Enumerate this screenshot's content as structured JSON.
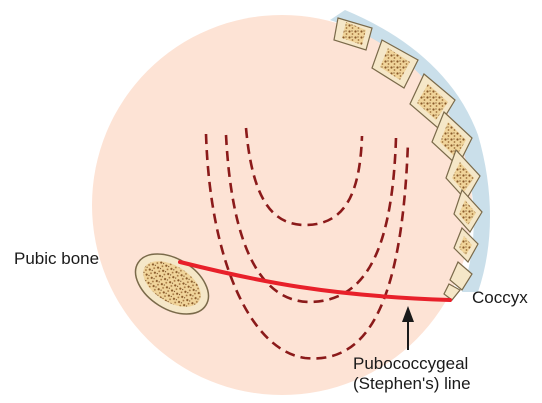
{
  "diagram": {
    "labels": {
      "pubic_bone": "Pubic bone",
      "coccyx": "Coccyx",
      "line_name": "Pubococcygeal",
      "line_subname": "(Stephen's) line"
    },
    "colors": {
      "background_disc": "#fde3d5",
      "pubococcygeal_line": "#e8202a",
      "dashed_curves": "#8b1a1a",
      "bone_fill": "#f5e7c8",
      "bone_outline": "#7a6a4a",
      "spine_band": "#c4dbe8",
      "text": "#1a1a1a"
    }
  }
}
